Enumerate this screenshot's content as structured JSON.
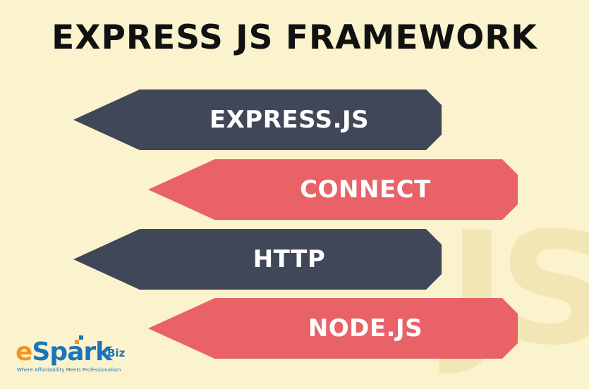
{
  "title": "EXPRESS JS FRAMEWORK",
  "layers": [
    {
      "label": "EXPRESS.JS",
      "color": "#404758"
    },
    {
      "label": "CONNECT",
      "color": "#e86268"
    },
    {
      "label": "HTTP",
      "color": "#404758"
    },
    {
      "label": "NODE.JS",
      "color": "#e86268"
    }
  ],
  "watermark": "JS",
  "logo": {
    "brand_e": "e",
    "brand_rest": "Spark",
    "brand_suffix": "Biz",
    "tagline": "Where Affordability Meets Professionalism"
  },
  "colors": {
    "background": "#faf3cd",
    "dark": "#404758",
    "red": "#e86268",
    "logo_orange": "#f7941d",
    "logo_blue": "#1b75bb"
  }
}
